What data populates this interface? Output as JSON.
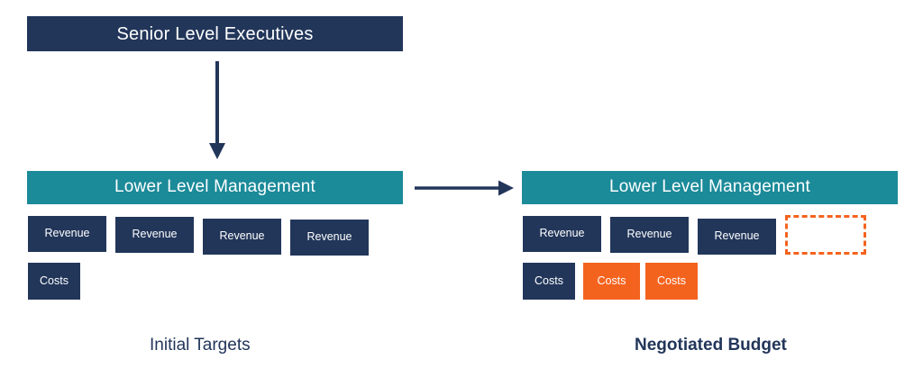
{
  "diagram": {
    "title_hidden": "",
    "colors": {
      "navy": "#22365a",
      "teal": "#1b8a99",
      "orange": "#f4631e",
      "background": "#ffffff",
      "arrow": "#22365a"
    },
    "top_box": {
      "label": "Senior Level Executives"
    },
    "arrows": {
      "vertical": "down-arrow",
      "horizontal": "right-arrow"
    },
    "panels": [
      {
        "id": "initial-targets",
        "caption": "Initial Targets",
        "caption_bold": false,
        "header": "Lower Level Management",
        "revenue_boxes": [
          {
            "label": "Revenue",
            "style": "navy"
          },
          {
            "label": "Revenue",
            "style": "navy"
          },
          {
            "label": "Revenue",
            "style": "navy"
          },
          {
            "label": "Revenue",
            "style": "navy"
          }
        ],
        "cost_boxes": [
          {
            "label": "Costs",
            "style": "navy"
          }
        ]
      },
      {
        "id": "negotiated-budget",
        "caption": "Negotiated Budget",
        "caption_bold": true,
        "header": "Lower Level Management",
        "revenue_boxes": [
          {
            "label": "Revenue",
            "style": "navy"
          },
          {
            "label": "Revenue",
            "style": "navy"
          },
          {
            "label": "Revenue",
            "style": "navy"
          },
          {
            "label": "",
            "style": "dashed"
          }
        ],
        "cost_boxes": [
          {
            "label": "Costs",
            "style": "navy"
          },
          {
            "label": "Costs",
            "style": "orange"
          },
          {
            "label": "Costs",
            "style": "orange"
          }
        ]
      }
    ]
  }
}
